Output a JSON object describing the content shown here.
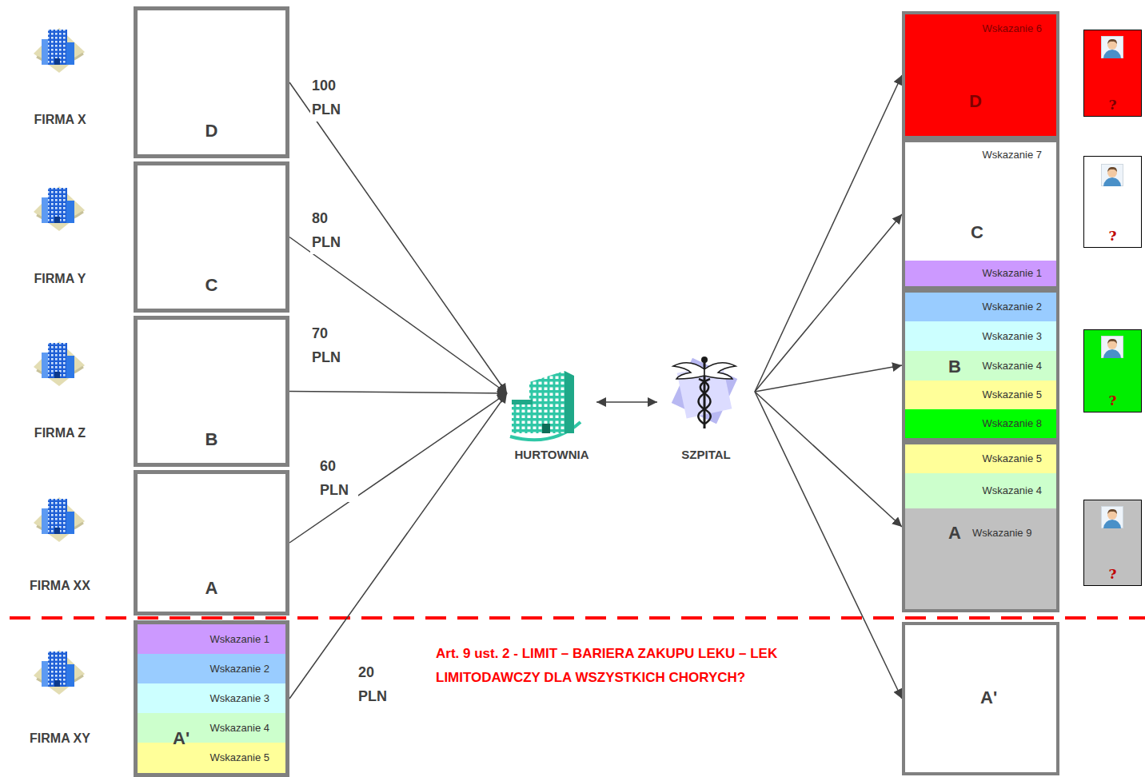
{
  "diagram": {
    "nodes": [
      {
        "text": [
          "D"
        ]
      },
      {
        "text": [
          "C"
        ]
      },
      {
        "text": [
          "B"
        ]
      },
      {
        "text": [
          "A"
        ]
      },
      {
        "text": [
          "A'"
        ]
      },
      {
        "text": [
          "Wskazanie 1"
        ],
        "in": 4
      },
      {
        "text": [
          "Wskazanie 2"
        ],
        "in": 4
      },
      {
        "text": [
          "Wskazanie 3"
        ],
        "in": 4
      },
      {
        "text": [
          "Wskazanie 4"
        ],
        "in": 4
      },
      {
        "text": [
          "Wskazanie 5"
        ],
        "in": 4
      },
      {
        "text": [
          "HURTOWNIA"
        ]
      },
      {
        "text": [
          "SZPITAL"
        ]
      },
      {
        "text": [
          "Wskazanie 6",
          "D"
        ]
      },
      {
        "text": [
          "Wskazanie 7",
          "C"
        ]
      },
      {
        "text": [
          "Wskazanie 1"
        ],
        "in": 13
      },
      {
        "text": [
          "B"
        ]
      },
      {
        "text": [
          "Wskazanie 2"
        ],
        "in": 15
      },
      {
        "text": [
          "Wskazanie 3"
        ],
        "in": 15
      },
      {
        "text": [
          "Wskazanie 4"
        ],
        "in": 15
      },
      {
        "text": [
          "Wskazanie 5"
        ],
        "in": 15
      },
      {
        "text": [
          "Wskazanie 8"
        ],
        "in": 15
      },
      {
        "text": [
          "A",
          "Wskazanie 9"
        ]
      },
      {
        "text": [
          "Wskazanie 5"
        ],
        "in": 21
      },
      {
        "text": [
          "Wskazanie 4"
        ],
        "in": 21
      },
      {
        "text": [
          "A'"
        ]
      },
      {
        "text": [
          "?"
        ]
      },
      {
        "text": [
          "?"
        ]
      },
      {
        "text": [
          "?"
        ]
      },
      {
        "text": [
          "?"
        ]
      }
    ],
    "edges": [
      {
        "from": 0,
        "to": 10,
        "label": "100 PLN",
        "arrow": "to"
      },
      {
        "from": 1,
        "to": 10,
        "label": "80 PLN",
        "arrow": "to"
      },
      {
        "from": 2,
        "to": 10,
        "label": "70 PLN",
        "arrow": "to"
      },
      {
        "from": 3,
        "to": 10,
        "label": "60 PLN",
        "arrow": "to"
      },
      {
        "from": 4,
        "to": 10,
        "label": "20 PLN",
        "arrow": "to"
      },
      {
        "from": 10,
        "to": 11,
        "arrow": "both"
      },
      {
        "from": 11,
        "to": 12,
        "arrow": "to"
      },
      {
        "from": 11,
        "to": 13,
        "arrow": "to"
      },
      {
        "from": 11,
        "to": 15,
        "arrow": "to"
      },
      {
        "from": 11,
        "to": 21,
        "arrow": "to"
      },
      {
        "from": 11,
        "to": 24,
        "arrow": "to"
      }
    ],
    "labels": [
      "FIRMA X",
      "FIRMA Y",
      "FIRMA Z",
      "FIRMA XX",
      "FIRMA XY",
      "Art. 9 ust. 2 - LIMIT – BARIERA ZAKUPU LEKU – LEK LIMITODAWCZY DLA WSZYSTKICH CHORYCH?"
    ]
  }
}
